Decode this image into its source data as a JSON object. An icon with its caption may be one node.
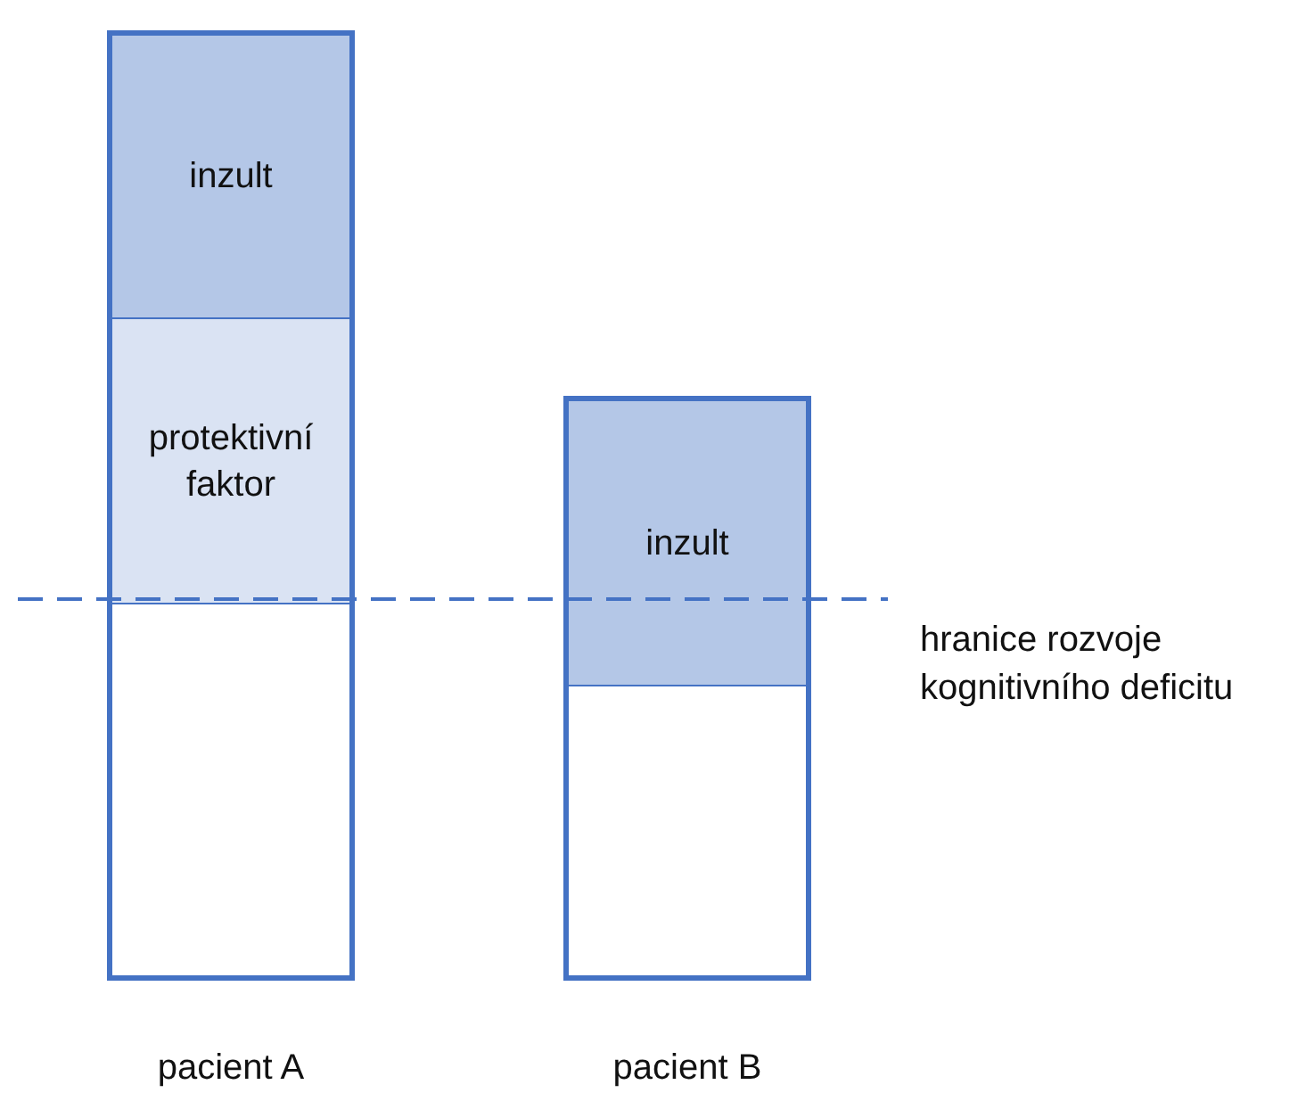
{
  "diagram": {
    "nodes": [
      {
        "text": [],
        "shape": "bar",
        "beside": [
          "pacient A"
        ]
      },
      {
        "text": [
          "inzult"
        ],
        "in": 0
      },
      {
        "text": [
          "protektivní faktor"
        ],
        "in": 0
      },
      {
        "text": [],
        "shape": "bar",
        "beside": [
          "pacient B"
        ]
      },
      {
        "text": [
          "inzult"
        ],
        "in": 3
      }
    ],
    "edges": [],
    "labels": [
      "hranice rozvoje kognitivního deficitu"
    ]
  }
}
